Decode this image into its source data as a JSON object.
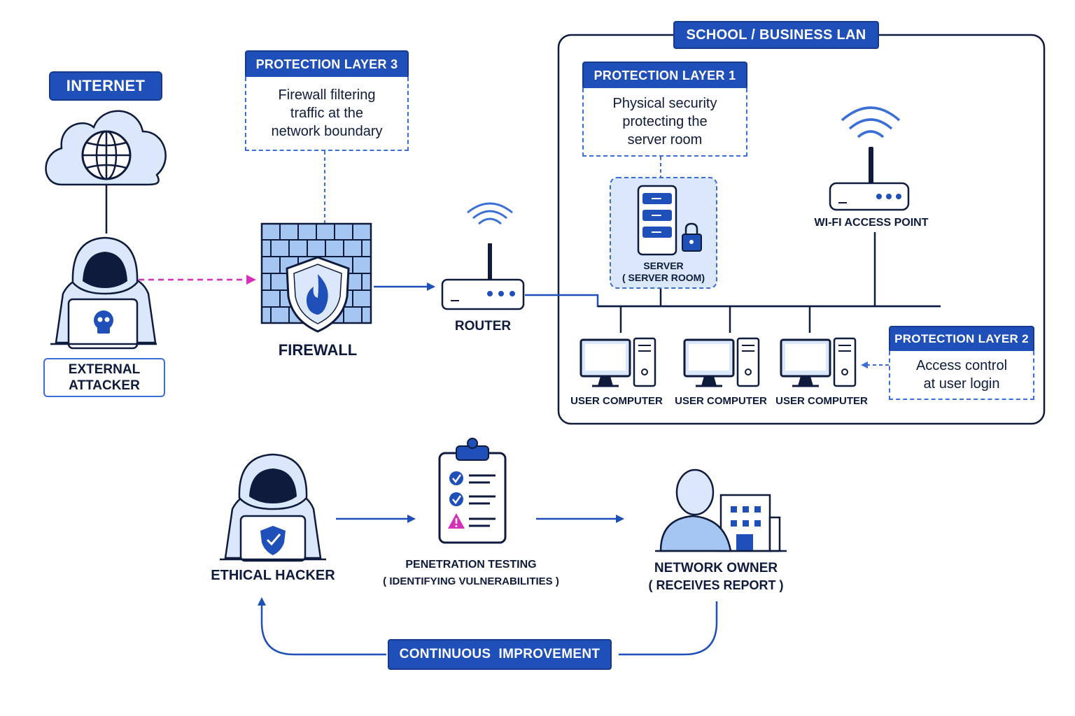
{
  "title": "",
  "internet": {
    "label": "INTERNET"
  },
  "attacker": {
    "label_line1": "EXTERNAL",
    "label_line2": "ATTACKER"
  },
  "layer3": {
    "tag": "PROTECTION LAYER 3",
    "line1": "Firewall filtering",
    "line2": "traffic at the",
    "line3": "network boundary"
  },
  "firewall": {
    "label": "FIREWALL"
  },
  "router": {
    "label": "ROUTER"
  },
  "lan": {
    "title": "SCHOOL / BUSINESS LAN"
  },
  "layer1": {
    "tag": "PROTECTION LAYER 1",
    "line1": "Physical security",
    "line2": "protecting the",
    "line3": "server room"
  },
  "server": {
    "label_line1": "SERVER",
    "label_line2": "( SERVER ROOM)"
  },
  "wifi": {
    "label": "WI-FI ACCESS POINT"
  },
  "computers": [
    {
      "label": "USER COMPUTER"
    },
    {
      "label": "USER COMPUTER"
    },
    {
      "label": "USER COMPUTER"
    }
  ],
  "layer2": {
    "tag": "PROTECTION LAYER 2",
    "line1": "Access control",
    "line2": "at user login"
  },
  "ethical": {
    "label": "ETHICAL HACKER"
  },
  "pentest": {
    "label_line1": "PENETRATION TESTING",
    "label_line2": "( IDENTIFYING VULNERABILITIES )"
  },
  "owner": {
    "label_line1": "NETWORK OWNER",
    "label_line2": "( RECEIVES REPORT )"
  },
  "loop": {
    "label": "CONTINUOUS  IMPROVEMENT"
  },
  "colors": {
    "primary": "#1f4fb8",
    "accent": "#3a6fd8",
    "fill": "#dbe7fb",
    "ink": "#0f1b3d",
    "threat": "#d630b8"
  }
}
